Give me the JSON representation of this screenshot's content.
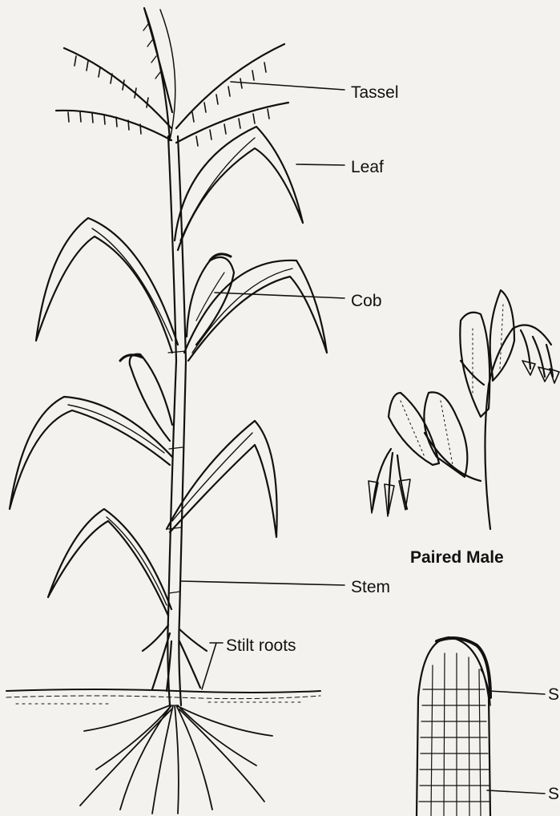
{
  "labels": {
    "tassel": "Tassel",
    "leaf": "Leaf",
    "cob": "Cob",
    "stem": "Stem",
    "stilt_roots": "Stilt roots",
    "paired_male": "Paired Male",
    "cut_label_1": "S",
    "cut_label_2": "S"
  },
  "colors": {
    "ink": "#111111",
    "paper": "#f3f2ee"
  }
}
